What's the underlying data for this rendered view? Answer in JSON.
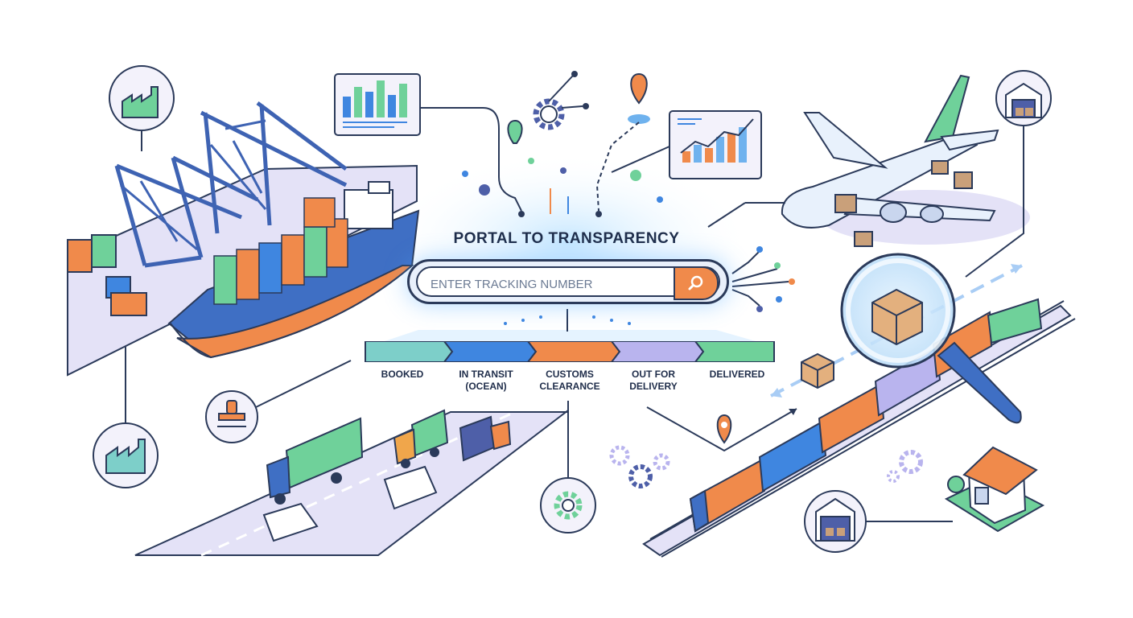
{
  "title": "PORTAL TO TRANSPARENCY",
  "search": {
    "placeholder": "ENTER TRACKING NUMBER",
    "value": ""
  },
  "steps": [
    {
      "label": "BOOKED",
      "color": "#7dcfc9"
    },
    {
      "label": "IN TRANSIT\n(OCEAN)",
      "color": "#3f86e0"
    },
    {
      "label": "CUSTOMS\nCLEARANCE",
      "color": "#f08a4b"
    },
    {
      "label": "OUT FOR\nDELIVERY",
      "color": "#b9b4ee"
    },
    {
      "label": "DELIVERED",
      "color": "#6fd19a"
    }
  ],
  "colors": {
    "outline": "#2b3a5a",
    "blue": "#3f86e0",
    "orange": "#f08a4b",
    "green": "#6fd19a",
    "lavender": "#dcdaf5",
    "teal": "#7dcfc9"
  },
  "icons": {
    "factory": "factory-icon",
    "warehouse": "warehouse-icon",
    "stamp": "customs-stamp-icon",
    "gear": "gear-icon",
    "pin": "location-pin-icon",
    "magnifier": "magnifier-icon",
    "package": "package-icon",
    "search": "search-icon"
  }
}
